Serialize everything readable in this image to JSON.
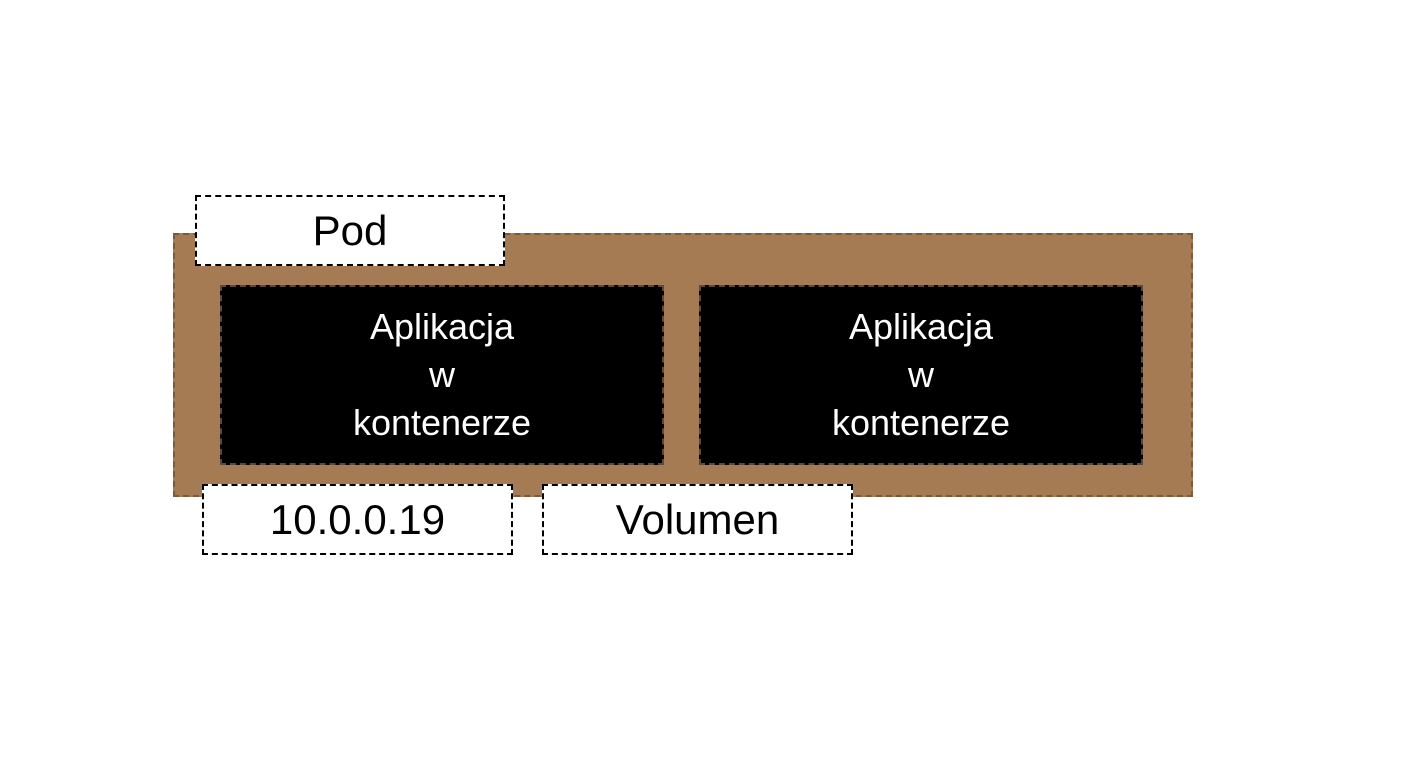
{
  "pod": {
    "label": "Pod",
    "fill_color": "#a57b53"
  },
  "containers": [
    {
      "line1": "Aplikacja",
      "line2": "w",
      "line3": "kontenerze"
    },
    {
      "line1": "Aplikacja",
      "line2": "w",
      "line3": "kontenerze"
    }
  ],
  "ip_address": "10.0.0.19",
  "volume_label": "Volumen"
}
